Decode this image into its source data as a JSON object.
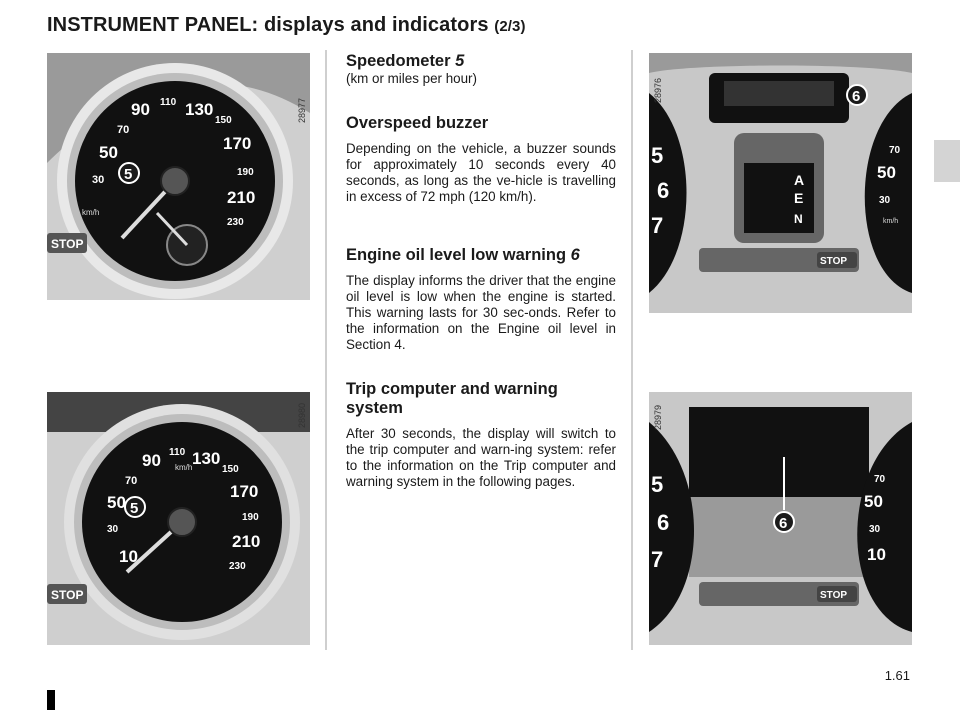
{
  "header": {
    "title": "INSTRUMENT PANEL: displays and indicators",
    "part": "(2/3)"
  },
  "photos": {
    "top_left": {
      "ref": "28977",
      "callout": "5",
      "stop_label": "STOP",
      "unit": "km/h",
      "ticks": [
        "30",
        "50",
        "70",
        "90",
        "110",
        "130",
        "150",
        "170",
        "190",
        "210",
        "230"
      ]
    },
    "bottom_left": {
      "ref": "28980",
      "callout": "5",
      "stop_label": "STOP",
      "unit": "km/h",
      "ticks": [
        "10",
        "30",
        "50",
        "70",
        "90",
        "110",
        "130",
        "150",
        "170",
        "190",
        "210",
        "230"
      ]
    },
    "top_right": {
      "ref": "28976",
      "callout": "6",
      "stop_label": "STOP",
      "left_ticks": [
        "5",
        "6",
        "7"
      ],
      "right_ticks": [
        "70",
        "50",
        "30"
      ],
      "unit": "km/h",
      "gear_letters": [
        "A",
        "E",
        "N"
      ]
    },
    "bottom_right": {
      "ref": "28979",
      "callout": "6",
      "stop_label": "STOP",
      "left_ticks": [
        "5",
        "6",
        "7"
      ],
      "right_ticks": [
        "70",
        "50",
        "30",
        "10"
      ]
    }
  },
  "sections": [
    {
      "title": "Speedometer",
      "ref": "5",
      "body": "(km or miles per hour)"
    },
    {
      "title": "Overspeed buzzer",
      "ref": "",
      "body": "Depending on the vehicle, a buzzer sounds for approximately 10 seconds every 40 seconds, as long as the ve-hicle is travelling in excess of 72 mph (120 km/h)."
    },
    {
      "title": "Engine oil level low warning",
      "ref": "6",
      "body": "The display informs the driver that the engine oil level is low when the engine is started. This warning lasts for 30 sec-onds. Refer to the information on the Engine oil level in Section 4."
    },
    {
      "title": "Trip computer and warning system",
      "ref": "",
      "body": "After 30 seconds, the display will switch to the trip computer and warn-ing system: refer to the information on the Trip computer and warning system in the following pages."
    }
  ],
  "footer": {
    "page_number": "1.61"
  }
}
